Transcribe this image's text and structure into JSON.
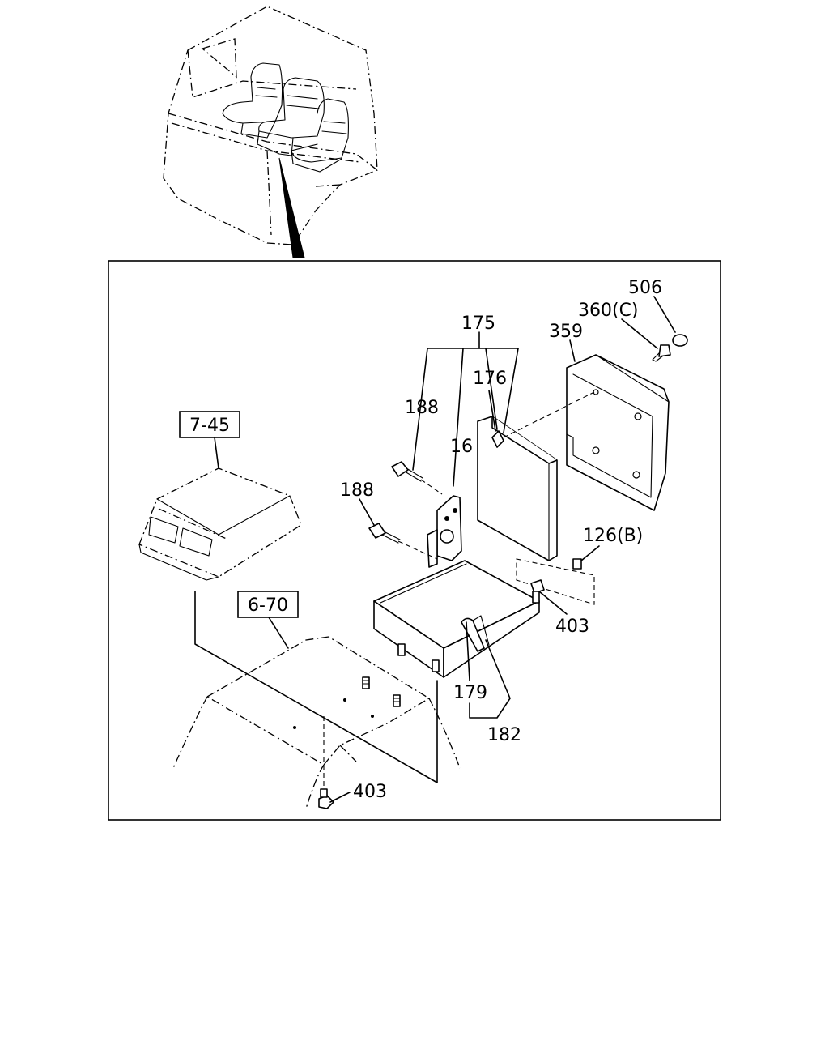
{
  "diagram": {
    "callouts": {
      "c506": "506",
      "c360": "360(C)",
      "c359": "359",
      "c175": "175",
      "c176": "176",
      "c188a": "188",
      "c188b": "188",
      "c16": "16",
      "c126": "126(B)",
      "c403a": "403",
      "c403b": "403",
      "c179": "179",
      "c182": "182"
    },
    "refs": {
      "r745": "7-45",
      "r670": "6-70"
    }
  }
}
